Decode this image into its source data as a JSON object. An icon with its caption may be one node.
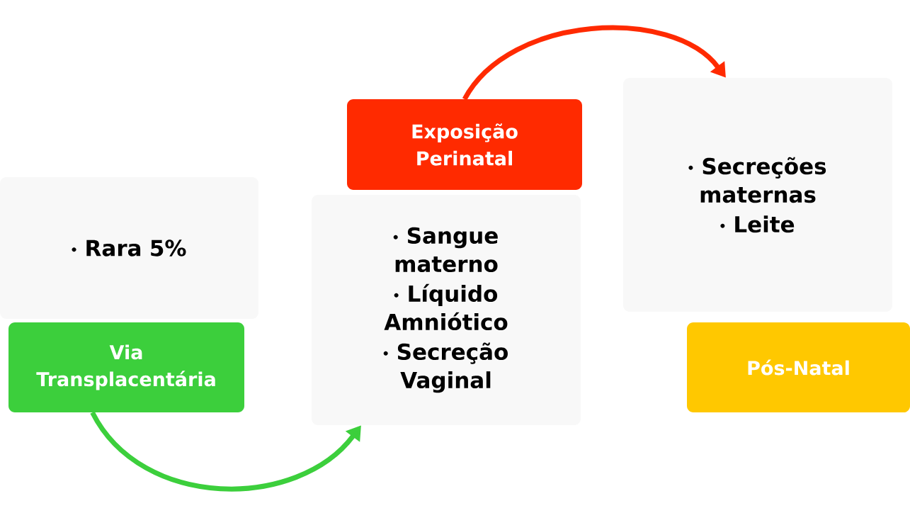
{
  "diagram": {
    "nodes": [
      {
        "text": [
          "Rara 5%"
        ]
      },
      {
        "text": [
          "Via Transplacentária"
        ]
      },
      {
        "text": [
          "Sangue materno",
          "Líquido Amniótico",
          "Secreção Vaginal"
        ]
      },
      {
        "text": [
          "Exposição Perinatal"
        ]
      },
      {
        "text": [
          "Secreções maternas",
          "Leite"
        ]
      },
      {
        "text": [
          "Pós-Natal"
        ]
      }
    ],
    "edges": [
      {
        "from": 1,
        "to": 2,
        "arrow": "to",
        "color": "#3ccf3c"
      },
      {
        "from": 3,
        "to": 4,
        "arrow": "to",
        "color": "#ff2a00"
      }
    ]
  }
}
